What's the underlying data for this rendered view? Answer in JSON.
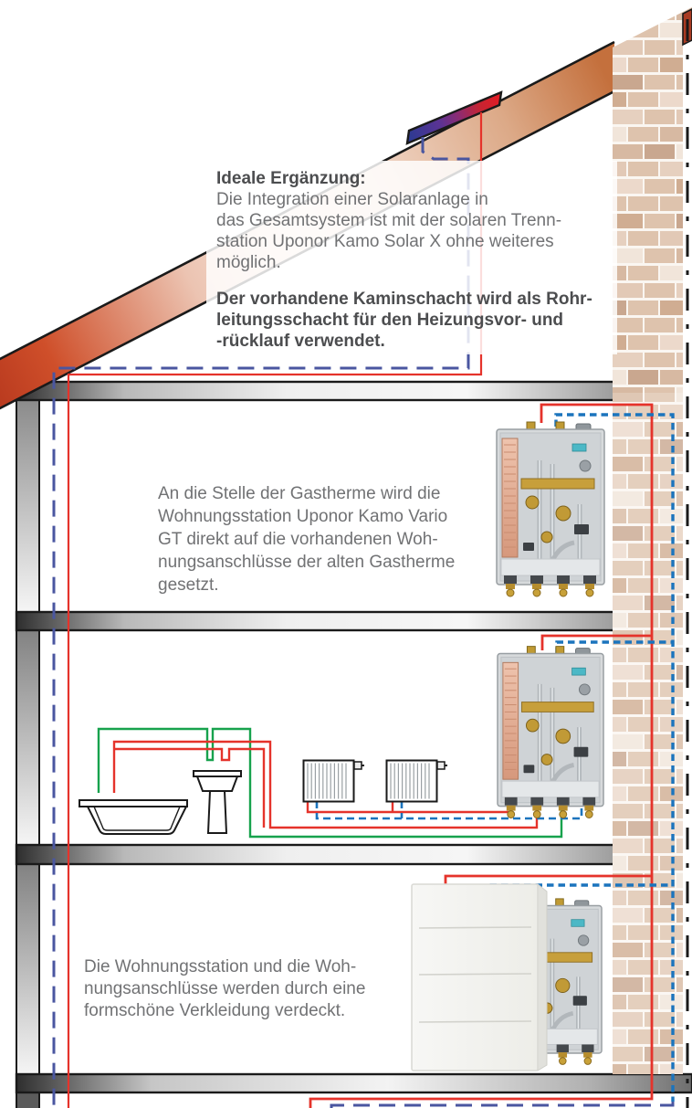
{
  "title": "Uponor Kamo Wohnungsstation Gebäudeschnitt",
  "texts": {
    "solar_note": {
      "heading": "Ideale Ergänzung:",
      "lines": [
        "Die Integration einer Solaranlage in",
        "das Gesamtsystem ist mit der solaren Trenn-",
        "station Uponor Kamo Solar X ohne weiteres",
        "möglich."
      ]
    },
    "chimney_note": {
      "lines": [
        "Der vorhandene Kaminschacht wird als Rohr-",
        "leitungsschacht für den Heizungsvor- und",
        "-rücklauf verwendet."
      ]
    },
    "station_note": {
      "lines": [
        "An die Stelle der Gastherme wird die",
        "Wohnungsstation Uponor Kamo Vario",
        "GT direkt auf die vorhandenen Woh-",
        "nungsanschlüsse der alten Gastherme",
        "gesetzt."
      ]
    },
    "cover_note": {
      "lines": [
        "Die Wohnungsstation und die Woh-",
        "nungsanschlüsse werden durch eine",
        "formschöne Verkleidung verdeckt."
      ]
    }
  },
  "legend_semantics": {
    "red_solid": "Heizungsvorlauf / Warmwasser",
    "blue_dashed": "Heizungsrücklauf / Solarrücklauf",
    "green_solid": "Kaltwasser",
    "brick_shaft": "Kaminschacht als Rohrleitungsschacht"
  },
  "colors": {
    "pipe_red": "#e5332b",
    "pipe_green": "#17a24d",
    "pipe_blue_bright": "#1b74bd",
    "pipe_navy": "#4a56a0",
    "line_black": "#1a1a1a",
    "mortar": "#faf6f1",
    "brick_palette": [
      "#ecd9cb",
      "#e2c9b6",
      "#d7b9a2",
      "#f1e5da",
      "#e6d0bf",
      "#d0ad92",
      "#dec3ad"
    ],
    "brick_dark": "#c9a78f",
    "roof_dark": "#b93a1f",
    "roof_light": "#f7e6dc",
    "roof_warm": "#c4703d",
    "solar_blue": "#2c3a92",
    "solar_red": "#e31c25",
    "slab_dark": "#2e2e2e",
    "slab_light": "#f6f6f6",
    "station_panel": "#d7dadc",
    "copper": "#e0a88e",
    "brass": "#c09a33",
    "cover_white": "#f5f5f3"
  }
}
